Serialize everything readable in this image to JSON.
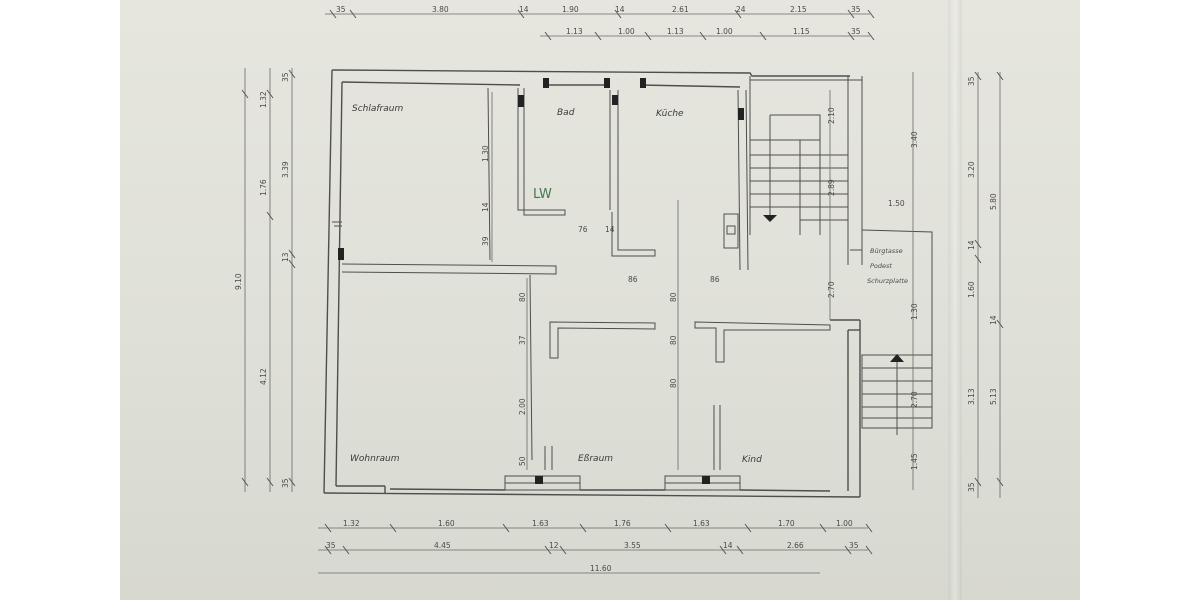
{
  "rooms": {
    "schlafraum": "Schlafraum",
    "bad": "Bad",
    "kueche": "Küche",
    "lw": "LW",
    "wohnraum": "Wohnraum",
    "essraum": "Eßraum",
    "kind": "Kind"
  },
  "annotations": {
    "line1": "Bürgtasse",
    "line2": "Podest",
    "line3": "Schurzplatte"
  },
  "dims": {
    "top_row1": [
      "35",
      "3.80",
      "14",
      "1.90",
      "14",
      "2.61",
      "24",
      "2.15",
      "35"
    ],
    "top_row2": [
      "1.13",
      "1.00",
      "1.13",
      "1.00",
      "1.15",
      "35"
    ],
    "bottom_row1": [
      "1.32",
      "1.60",
      "1.63",
      "1.76",
      "1.63",
      "1.70",
      "1.00"
    ],
    "bottom_row2": [
      "35",
      "4.45",
      "12",
      "3.55",
      "14",
      "2.66",
      "35"
    ],
    "bottom_total": "11.60",
    "left_outer": [
      "35",
      "1.32",
      "1.76",
      "3.39",
      "13",
      "4.12",
      "35"
    ],
    "left_total": "9.10",
    "right_outer": [
      "35",
      "3.20",
      "5.80",
      "14",
      "1.60",
      "14",
      "3.13",
      "5.13",
      "35"
    ],
    "stair_dims": [
      "2.10",
      "3.40",
      "1.50",
      "2.89",
      "2.70",
      "1.45",
      "1.30",
      "2.70"
    ],
    "interior": [
      "1.30",
      "2.00",
      "80",
      "37",
      "80",
      "80",
      "80",
      "50",
      "39",
      "14",
      "14",
      "76",
      "86",
      "86"
    ]
  }
}
